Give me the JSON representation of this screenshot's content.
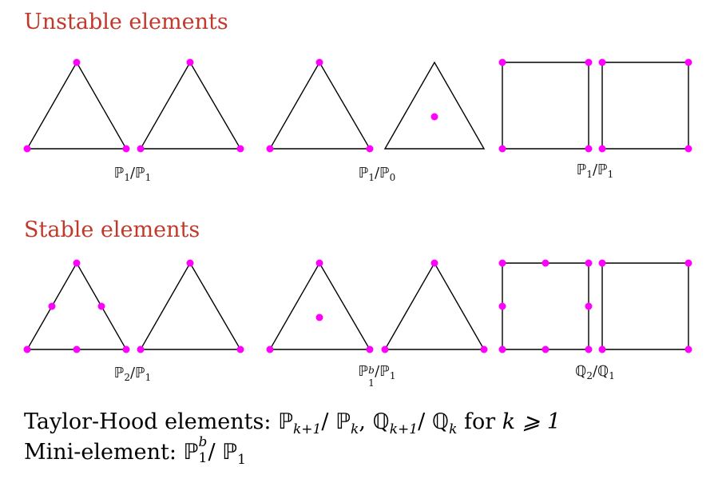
{
  "sections": [
    {
      "heading": "Unstable elements",
      "groups": [
        {
          "label_main": "ℙ",
          "label_sub1": "1",
          "label_sep": "/",
          "label_main2": "ℙ",
          "label_sub2": "1"
        },
        {
          "label_main": "ℙ",
          "label_sub1": "1",
          "label_sep": "/",
          "label_main2": "ℙ",
          "label_sub2": "0"
        },
        {
          "label_main": "ℙ",
          "label_sub1": "1",
          "label_sep": "/",
          "label_main2": "ℙ",
          "label_sub2": "1"
        }
      ]
    },
    {
      "heading": "Stable elements",
      "groups": [
        {
          "label_main": "ℙ",
          "label_sub1": "2",
          "label_sep": "/",
          "label_main2": "ℙ",
          "label_sub2": "1"
        },
        {
          "label_main": "ℙ",
          "label_sup1": "b",
          "label_sub1": "1",
          "label_sep": "/",
          "label_main2": "ℙ",
          "label_sub2": "1"
        },
        {
          "label_main": "ℚ",
          "label_sub1": "2",
          "label_sep": "/",
          "label_main2": "ℚ",
          "label_sub2": "1"
        }
      ]
    }
  ],
  "footer": {
    "line1_prefix": "Taylor-Hood elements: ",
    "line1_p": "ℙ",
    "line1_p_sub": "k+1",
    "line1_sep": "/ ",
    "line1_p2": "ℙ",
    "line1_p2_sub": "k",
    "line1_comma": ", ",
    "line1_q": "ℚ",
    "line1_q_sub": "k+1",
    "line1_sep2": "/ ",
    "line1_q2": "ℚ",
    "line1_q2_sub": "k",
    "line1_suffix": " for ",
    "line1_cond": "k ⩾ 1",
    "line2_prefix": "Mini-element: ",
    "line2_p": "ℙ",
    "line2_p_sup": "b",
    "line2_p_sub": "1",
    "line2_sep": "/ ",
    "line2_p2": "ℙ",
    "line2_p2_sub": "1"
  },
  "colors": {
    "heading": "#c0392b",
    "node": "#ff00ff",
    "edge": "#000000"
  }
}
